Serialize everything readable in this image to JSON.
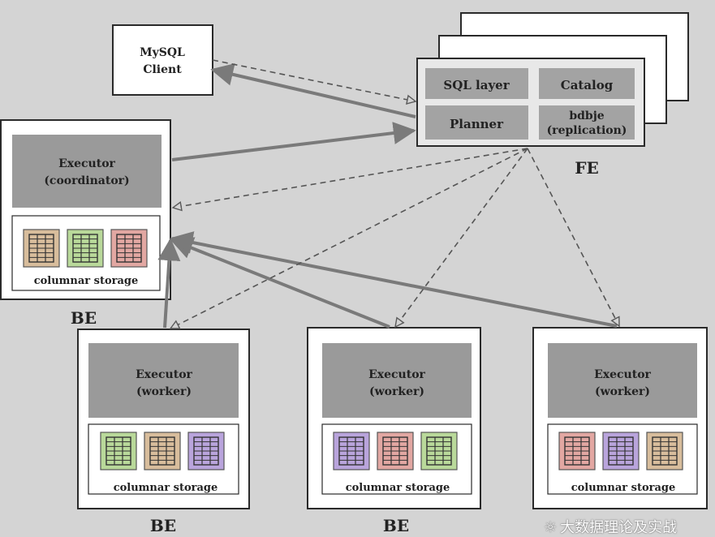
{
  "fe": {
    "label": "FE",
    "sql_layer": "SQL layer",
    "catalog": "Catalog",
    "planner": "Planner",
    "bdbje_line1": "bdbje",
    "bdbje_line2": "(replication)"
  },
  "mysql": {
    "line1": "MySQL",
    "line2": "Client"
  },
  "coordinator": {
    "exec_line1": "Executor",
    "exec_line2": "(coordinator)",
    "storage_label": "columnar storage",
    "be_label": "BE"
  },
  "workers": [
    {
      "exec_line1": "Executor",
      "exec_line2": "(worker)",
      "storage_label": "columnar storage",
      "be_label": "BE"
    },
    {
      "exec_line1": "Executor",
      "exec_line2": "(worker)",
      "storage_label": "columnar storage",
      "be_label": "BE"
    },
    {
      "exec_line1": "Executor",
      "exec_line2": "(worker)",
      "storage_label": "columnar storage",
      "be_label": ""
    }
  ],
  "watermark": {
    "icon": "wechat-icon",
    "text": "大数据理论及实战"
  },
  "colors": {
    "background": "#d4d4d4",
    "box_border": "#2a2a2a",
    "executor_fill": "#9a9a9a",
    "fe_cell_fill": "#a3a3a3",
    "arrow": "#7a7a7a",
    "grid_tan": "#d8bd9c",
    "grid_green": "#b9d99a",
    "grid_red": "#e2a7a2",
    "grid_purple": "#b9a4dc"
  }
}
